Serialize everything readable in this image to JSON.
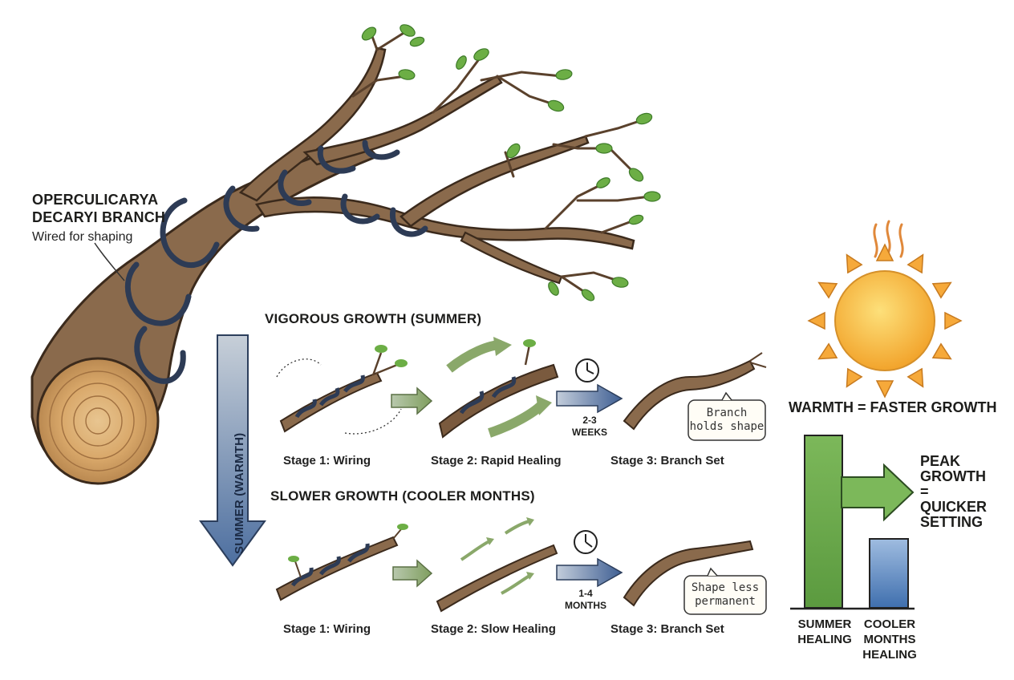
{
  "header": {
    "title_line1": "OPERCULICARYA",
    "title_line2": "DECARYI BRANCH",
    "subtitle": "Wired for shaping"
  },
  "season_arrow": {
    "label": "SUMMER (WARMTH)"
  },
  "summer": {
    "heading": "VIGOROUS GROWTH (SUMMER)",
    "stage1": "Stage 1: Wiring",
    "stage2": "Stage 2: Rapid Healing",
    "stage3": "Stage 3: Branch Set",
    "duration_line1": "2-3",
    "duration_line2": "WEEKS",
    "note_line1": "Branch",
    "note_line2": "holds shape"
  },
  "cooler": {
    "heading": "SLOWER GROWTH (COOLER MONTHS)",
    "stage1": "Stage 1: Wiring",
    "stage2": "Stage 2: Slow Healing",
    "stage3": "Stage 3: Branch Set",
    "duration_line1": "1-4",
    "duration_line2": "MONTHS",
    "note_line1": "Shape less",
    "note_line2": "permanent"
  },
  "comparison": {
    "heading": "WARMTH = FASTER GROWTH",
    "peak_line1": "PEAK",
    "peak_line2": "GROWTH",
    "peak_line3": "=",
    "peak_line4": "QUICKER",
    "peak_line5": "SETTING",
    "bars": [
      {
        "label_line1": "SUMMER",
        "label_line2": "HEALING",
        "label_line3": "",
        "relative_height": 1.0,
        "color": "#6fb04e"
      },
      {
        "label_line1": "COOLER",
        "label_line2": "MONTHS",
        "label_line3": "HEALING",
        "relative_height": 0.4,
        "color": "#3f72b3"
      }
    ]
  },
  "colors": {
    "bark": "#8a6a4c",
    "wire": "#2d3b55",
    "leaf": "#6cae45",
    "arrow_green": "#8aa86a",
    "arrow_blue": "#4d6fa0",
    "sun": "#f6b63a"
  }
}
